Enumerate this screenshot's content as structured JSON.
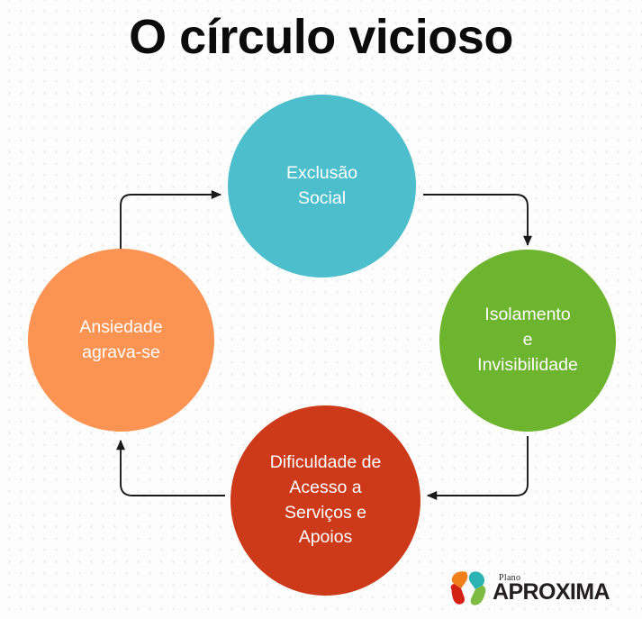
{
  "title": "O círculo vicioso",
  "diagram": {
    "type": "cycle",
    "nodes": [
      {
        "id": "exclusao-social",
        "label": "Exclusão\nSocial",
        "color": "#4CBECC",
        "position": "top"
      },
      {
        "id": "isolamento-invisibilidade",
        "label": "Isolamento\ne\nInvisibilidade",
        "color": "#6DB42F",
        "position": "right"
      },
      {
        "id": "dificuldade-acesso",
        "label": "Dificuldade de\nAcesso a\nServiços e\nApoios",
        "color": "#CC3A1A",
        "position": "bottom"
      },
      {
        "id": "ansiedade-agrava-se",
        "label": "Ansiedade\nagrava-se",
        "color": "#FB9352",
        "position": "left"
      }
    ],
    "arrows": [
      {
        "from": "ansiedade-agrava-se",
        "to": "exclusao-social"
      },
      {
        "from": "exclusao-social",
        "to": "isolamento-invisibilidade"
      },
      {
        "from": "isolamento-invisibilidade",
        "to": "dificuldade-acesso"
      },
      {
        "from": "dificuldade-acesso",
        "to": "ansiedade-agrava-se"
      }
    ],
    "arrow_color": "#1a1a1a"
  },
  "logo": {
    "small_text": "Plano",
    "main_text": "APROXIMA",
    "mark_colors": {
      "top_left": "#F07F1A",
      "bottom_left": "#D32115",
      "top_right": "#2BB3B3",
      "bottom_right": "#7DBB42"
    }
  },
  "background": {
    "color": "#fdfdfd",
    "dot_color": "#e9e6e6"
  }
}
